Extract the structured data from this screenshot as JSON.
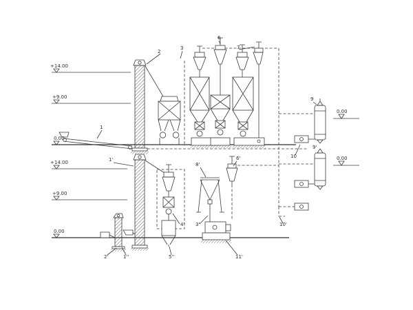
{
  "colors": {
    "line": "#3a3a3a",
    "background": "#ffffff"
  },
  "elevations": {
    "upper": [
      {
        "value": "+14.00"
      },
      {
        "value": "+9.00"
      },
      {
        "value": "0.00"
      }
    ],
    "lower": [
      {
        "value": "+14.00"
      },
      {
        "value": "+9.00"
      },
      {
        "value": "0.00"
      }
    ],
    "right": [
      {
        "value": "0.00"
      },
      {
        "value": "0.00"
      }
    ]
  },
  "labels": {
    "conveyor": "1",
    "bucket_elevator": "2",
    "cyclone_a": "3",
    "cyclone_b": "6",
    "cyclone_c": "7",
    "dust_filter_upper": "9",
    "dust_filter_lower": "9'",
    "fan_group": "10",
    "fan_lower": "10'",
    "bucket_elevator_lower": "1'",
    "feed_hopper": "8'",
    "cyclone_d": "6'",
    "airlock": "4'",
    "downpipe": "3'",
    "surge_bin": "5''",
    "small_elevator": "2'",
    "small_feeder": "1''",
    "press": "11'"
  }
}
